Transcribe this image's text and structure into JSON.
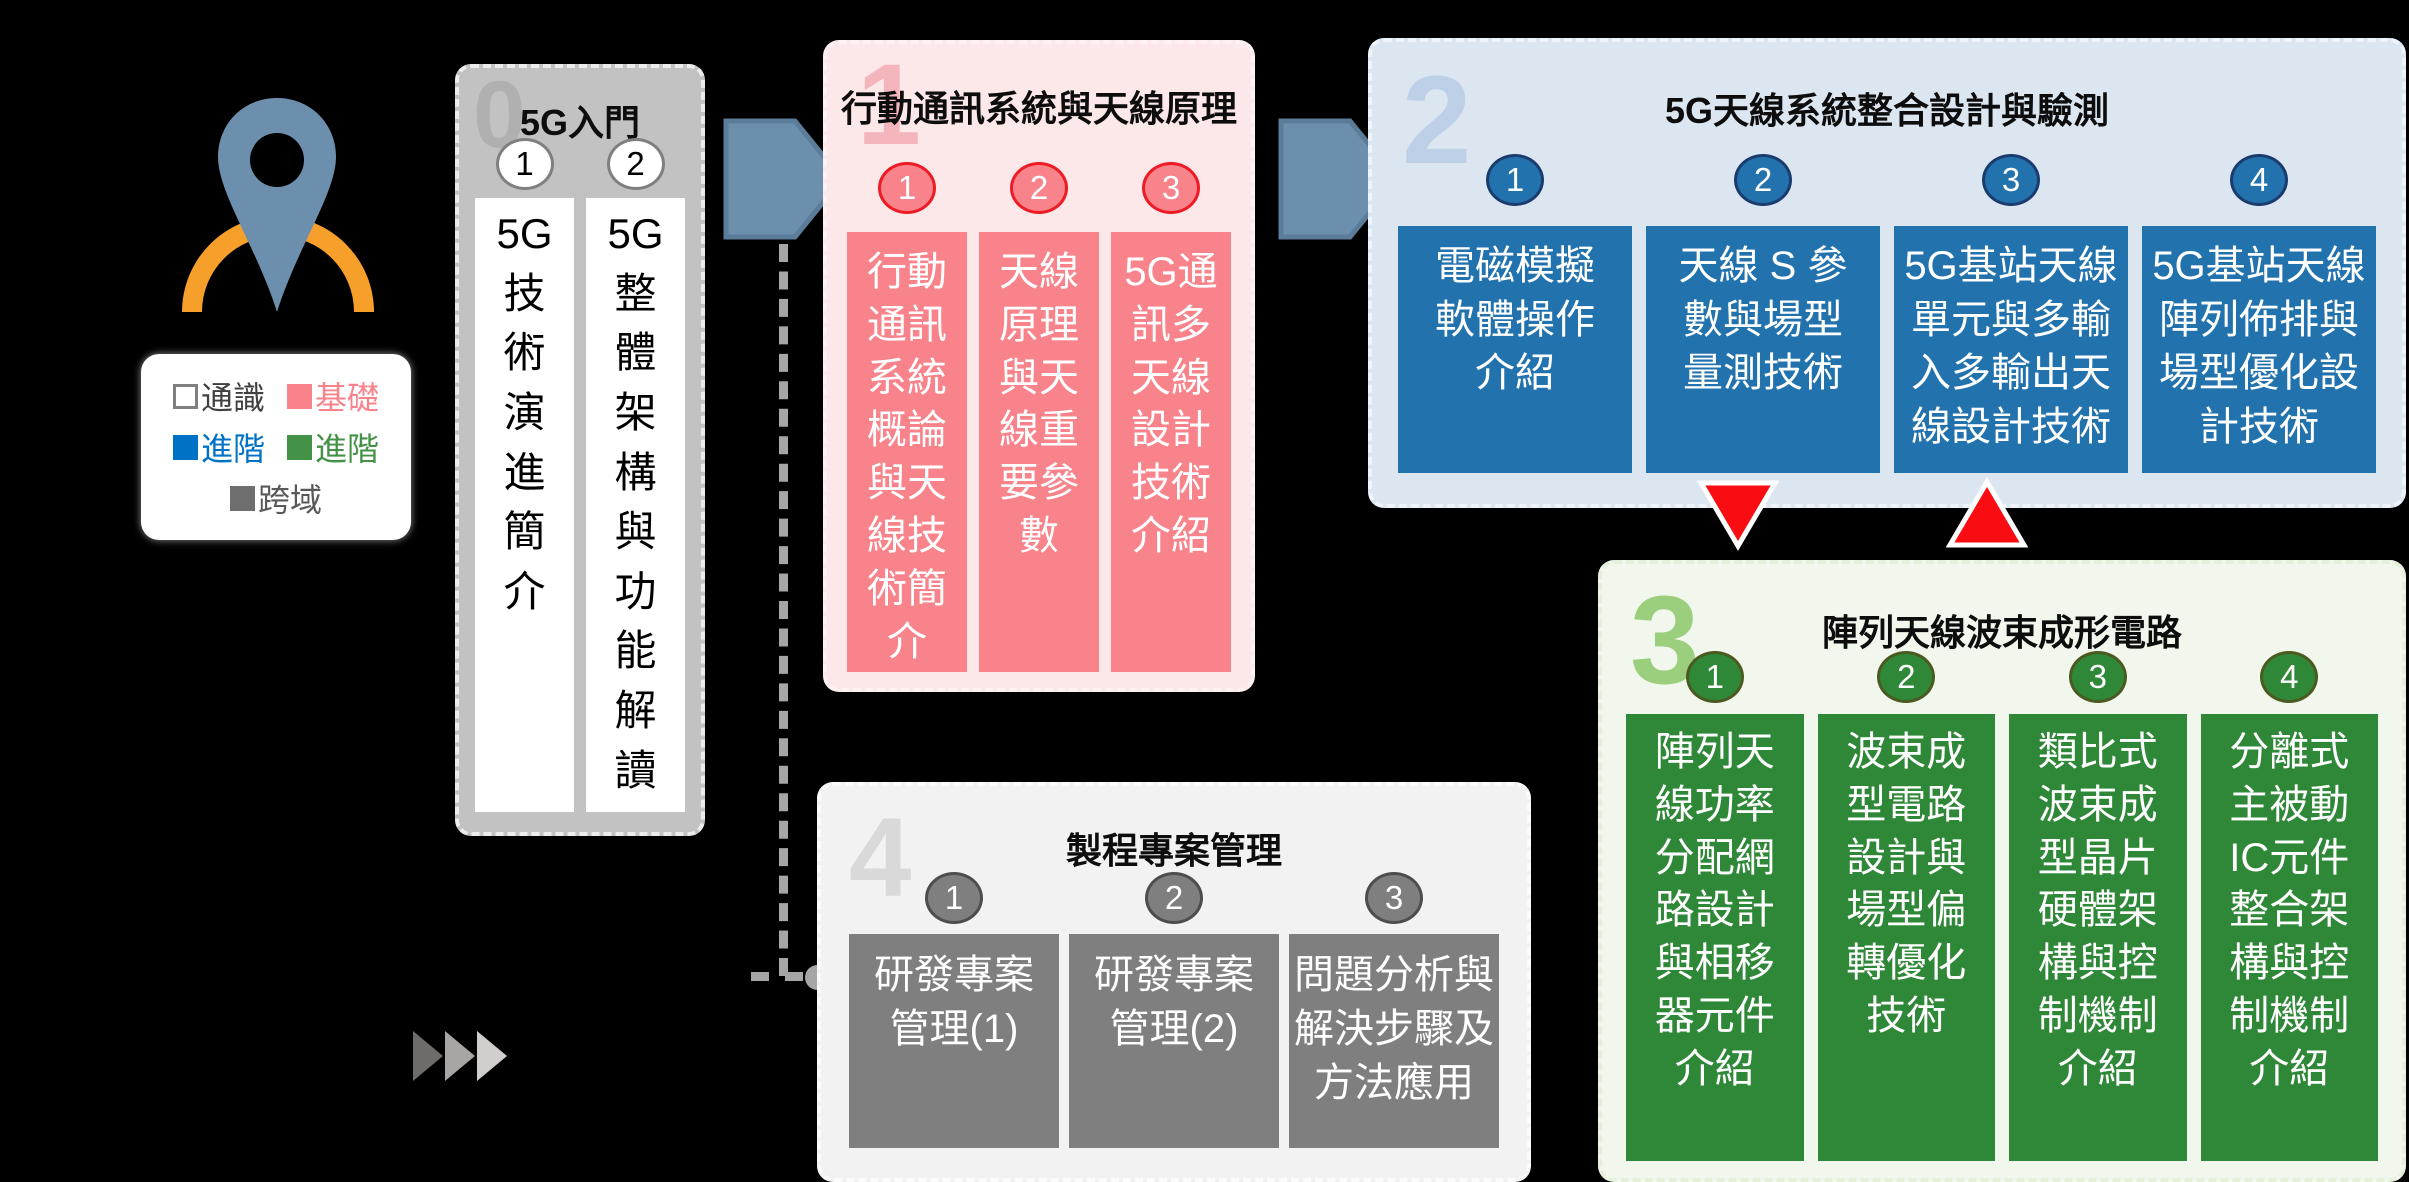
{
  "diagram": {
    "background_color": "#000000",
    "legend": {
      "items": [
        {
          "label": "通識",
          "swatch_color": "#FFFFFF",
          "swatch_border": "#808080",
          "text_color": "#404040"
        },
        {
          "label": "基礎",
          "swatch_color": "#F8838B",
          "text_color": "#F8838B"
        },
        {
          "label": "進階",
          "swatch_color": "#0072C6",
          "text_color": "#0072C6"
        },
        {
          "label": "進階",
          "swatch_color": "#449247",
          "text_color": "#449247"
        },
        {
          "label": "跨域",
          "swatch_color": "#6E6E6E",
          "text_color": "#595959"
        }
      ]
    },
    "stages": [
      {
        "number": "0",
        "title": "5G入門",
        "theme": {
          "bg": "#C2C2C2",
          "block": "#FFFFFF",
          "block_text": "#000000",
          "badge_fill": "#FFFFFF",
          "badge_border": "#7F7F7F",
          "watermark": "#B0B0B0"
        },
        "modules": [
          {
            "num": "1",
            "text": "5G\n技\n術\n演\n進\n簡\n介"
          },
          {
            "num": "2",
            "text": "5G\n整\n體\n架\n構\n與\n功\n能\n解\n讀"
          }
        ]
      },
      {
        "number": "1",
        "title": "行動通訊系統與天線原理",
        "theme": {
          "bg": "#FCE7E9",
          "block": "#F8838B",
          "block_text": "#FFFFFF",
          "badge_fill": "#F8838B",
          "badge_border": "#ED1C24",
          "watermark": "#F5B5BC"
        },
        "modules": [
          {
            "num": "1",
            "text": "行動\n通訊\n系統\n概論\n與天\n線技\n術簡\n介"
          },
          {
            "num": "2",
            "text": "天線\n原理\n與天\n線重\n要參\n數"
          },
          {
            "num": "3",
            "text": "5G通\n訊多\n天線\n設計\n技術\n介紹"
          }
        ]
      },
      {
        "number": "2",
        "title": "5G天線系統整合設計與驗測",
        "theme": {
          "bg": "#DCE6F1",
          "block": "#2272AE",
          "block_text": "#FFFFFF",
          "badge_fill": "#2272AE",
          "badge_border": "#1B3C6E",
          "watermark": "#BDD0E7"
        },
        "modules": [
          {
            "num": "1",
            "text": "電磁模擬\n軟體操作\n介紹"
          },
          {
            "num": "2",
            "text": "天線 S 參\n數與場型\n量測技術"
          },
          {
            "num": "3",
            "text": "5G基站天線\n單元與多輸\n入多輸出天\n線設計技術"
          },
          {
            "num": "4",
            "text": "5G基站天線\n陣列佈排與\n場型優化設\n計技術"
          }
        ]
      },
      {
        "number": "3",
        "title": "陣列天線波束成形電路",
        "theme": {
          "bg": "#F2F7ED",
          "block": "#2F8838",
          "block_text": "#FFFFFF",
          "badge_fill": "#2F8838",
          "badge_border": "#4A5A20",
          "watermark": "#9BCE7D"
        },
        "modules": [
          {
            "num": "1",
            "text": "陣列天\n線功率\n分配網\n路設計\n與相移\n器元件\n介紹"
          },
          {
            "num": "2",
            "text": "波束成\n型電路\n設計與\n場型偏\n轉優化\n技術"
          },
          {
            "num": "3",
            "text": "類比式\n波束成\n型晶片\n硬體架\n構與控\n制機制\n介紹"
          },
          {
            "num": "4",
            "text": "分離式\n主被動\nIC元件\n整合架\n構與控\n制機制\n介紹"
          }
        ]
      },
      {
        "number": "4",
        "title": "製程專案管理",
        "theme": {
          "bg": "#F2F2F2",
          "block": "#7F7F7F",
          "block_text": "#FFFFFF",
          "badge_fill": "#7F7F7F",
          "badge_border": "#4D4D4D",
          "watermark": "#D9D9D9"
        },
        "modules": [
          {
            "num": "1",
            "text": "研發專案\n管理(1)"
          },
          {
            "num": "2",
            "text": "研發專案\n管理(2)"
          },
          {
            "num": "3",
            "text": "問題分析與\n解決步驟及\n方法應用"
          }
        ]
      }
    ],
    "colors": {
      "flow_arrow": "#6D8FAE",
      "flow_arrow_border": "#5C7D99",
      "red_triangle": "#F90D12",
      "connector_gray": "#A6A6A6",
      "pin_blue": "#6D8FAE",
      "pin_arc_orange": "#F6A02B",
      "chevron_dark": "#6F6B6B",
      "chevron_mid": "#A9A5A5",
      "chevron_light": "#D2CECE"
    }
  }
}
